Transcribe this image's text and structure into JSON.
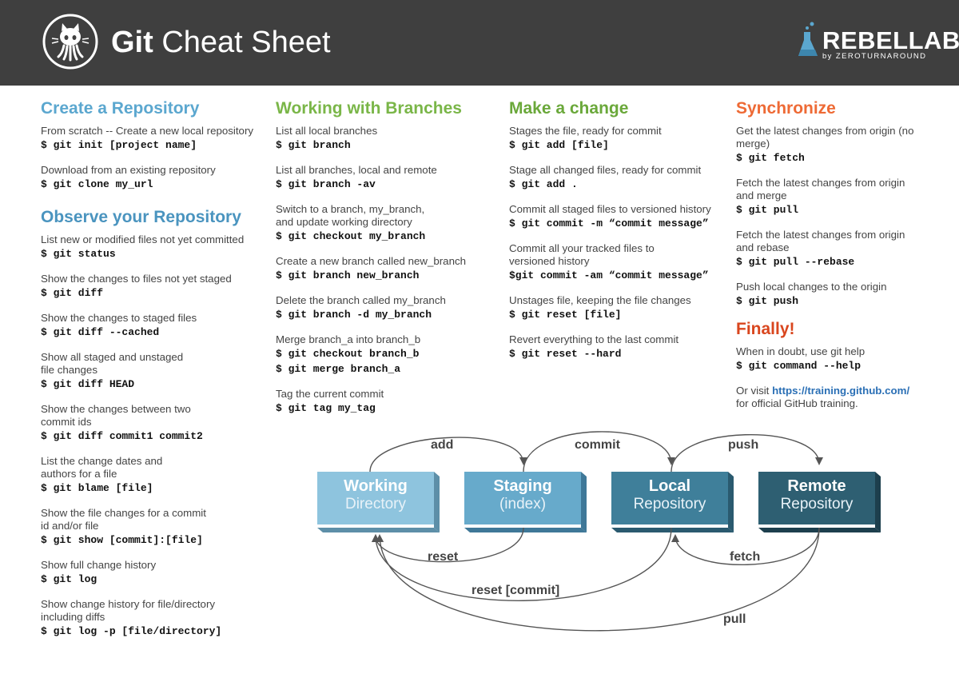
{
  "header": {
    "title_bold": "Git",
    "title_rest": " Cheat Sheet",
    "brand_rebel": "REBEL",
    "brand_labs": "LABS",
    "brand_by": "by ",
    "brand_zero": "ZERO",
    "brand_turnaround": "TURNAROUND"
  },
  "sections": {
    "create": {
      "title": "Create a Repository",
      "items": [
        {
          "desc": "From scratch -- Create a new local repository",
          "cmd": "$ git init [project name]"
        },
        {
          "desc": "Download from an existing repository",
          "cmd": "$ git clone my_url"
        }
      ]
    },
    "observe": {
      "title": "Observe your Repository",
      "items": [
        {
          "desc": "List new or modified files not yet committed",
          "cmd": "$ git status"
        },
        {
          "desc": "Show the changes to files not yet staged",
          "cmd": "$ git diff"
        },
        {
          "desc": "Show the changes to staged files",
          "cmd": "$ git diff --cached"
        },
        {
          "desc": "Show all staged and unstaged file changes",
          "cmd": "$ git diff HEAD"
        },
        {
          "desc": "Show the changes between two commit ids",
          "cmd": "$ git diff commit1 commit2"
        },
        {
          "desc": "List the change dates and authors for a file",
          "cmd": "$ git blame [file]"
        },
        {
          "desc": "Show the file changes for a commit id and/or file",
          "cmd": "$ git show [commit]:[file]"
        },
        {
          "desc": "Show full change history",
          "cmd": "$ git log"
        },
        {
          "desc": "Show change history for file/directory including diffs",
          "cmd": "$ git log -p [file/directory]"
        }
      ]
    },
    "branches": {
      "title": "Working with Branches",
      "items": [
        {
          "desc": "List all local branches",
          "cmd": "$ git branch",
          "cmd2": ""
        },
        {
          "desc": "List all branches, local and remote",
          "cmd": "$ git branch -av",
          "cmd2": ""
        },
        {
          "desc": "Switch to a branch, my_branch, and update working directory",
          "cmd": "$ git checkout my_branch",
          "cmd2": ""
        },
        {
          "desc": "Create a new branch called new_branch",
          "cmd": "$ git branch new_branch",
          "cmd2": ""
        },
        {
          "desc": "Delete the branch called my_branch",
          "cmd": "$ git branch -d my_branch",
          "cmd2": ""
        },
        {
          "desc": "Merge branch_a into branch_b",
          "cmd": "$ git checkout branch_b",
          "cmd2": "$ git merge branch_a"
        },
        {
          "desc": "Tag the current commit",
          "cmd": "$ git tag my_tag",
          "cmd2": ""
        }
      ]
    },
    "change": {
      "title": "Make a change",
      "items": [
        {
          "desc": "Stages the file, ready for commit",
          "cmd": "$ git add [file]"
        },
        {
          "desc": "Stage all changed files, ready for commit",
          "cmd": "$ git add ."
        },
        {
          "desc": "Commit all staged files to versioned history",
          "cmd": "$ git commit -m “commit message”"
        },
        {
          "desc": "Commit all your tracked files to versioned history",
          "cmd": "$git commit -am “commit message”"
        },
        {
          "desc": "Unstages file, keeping the file changes",
          "cmd": "$ git reset [file]"
        },
        {
          "desc": "Revert everything to the last commit",
          "cmd": "$ git reset --hard"
        }
      ]
    },
    "sync": {
      "title": "Synchronize",
      "items": [
        {
          "desc": "Get the latest changes from origin (no merge)",
          "cmd": "$ git fetch"
        },
        {
          "desc": "Fetch the latest changes from origin and merge",
          "cmd": "$ git pull"
        },
        {
          "desc": "Fetch the latest changes from origin and rebase",
          "cmd": "$ git pull --rebase"
        },
        {
          "desc": "Push local changes to the origin",
          "cmd": "$ git push"
        }
      ]
    },
    "finally": {
      "title": "Finally!",
      "desc": "When in doubt, use git help",
      "cmd": "$ git command --help",
      "visit_pre": "Or visit ",
      "visit_link": "https://training.github.com/",
      "visit_post": "for official GitHub training."
    }
  },
  "diagram": {
    "boxes": [
      {
        "main": "Working",
        "sub": "Directory",
        "color": "#8ec4de"
      },
      {
        "main": "Staging",
        "sub": "(index)",
        "color": "#67aacb"
      },
      {
        "main": "Local",
        "sub": "Repository",
        "color": "#3f7f9a"
      },
      {
        "main": "Remote",
        "sub": "Repository",
        "color": "#2e5f72"
      }
    ],
    "labels": {
      "add": "add",
      "commit": "commit",
      "push": "push",
      "reset": "reset",
      "fetch": "fetch",
      "reset_commit": "reset [commit]",
      "pull": "pull"
    }
  },
  "colors": {
    "header_bg": "#3f3f3f",
    "blue": "#5ba7cf",
    "green": "#7ab648",
    "orange": "#ee6a35",
    "red": "#d9461e",
    "link": "#2a6fb5"
  }
}
